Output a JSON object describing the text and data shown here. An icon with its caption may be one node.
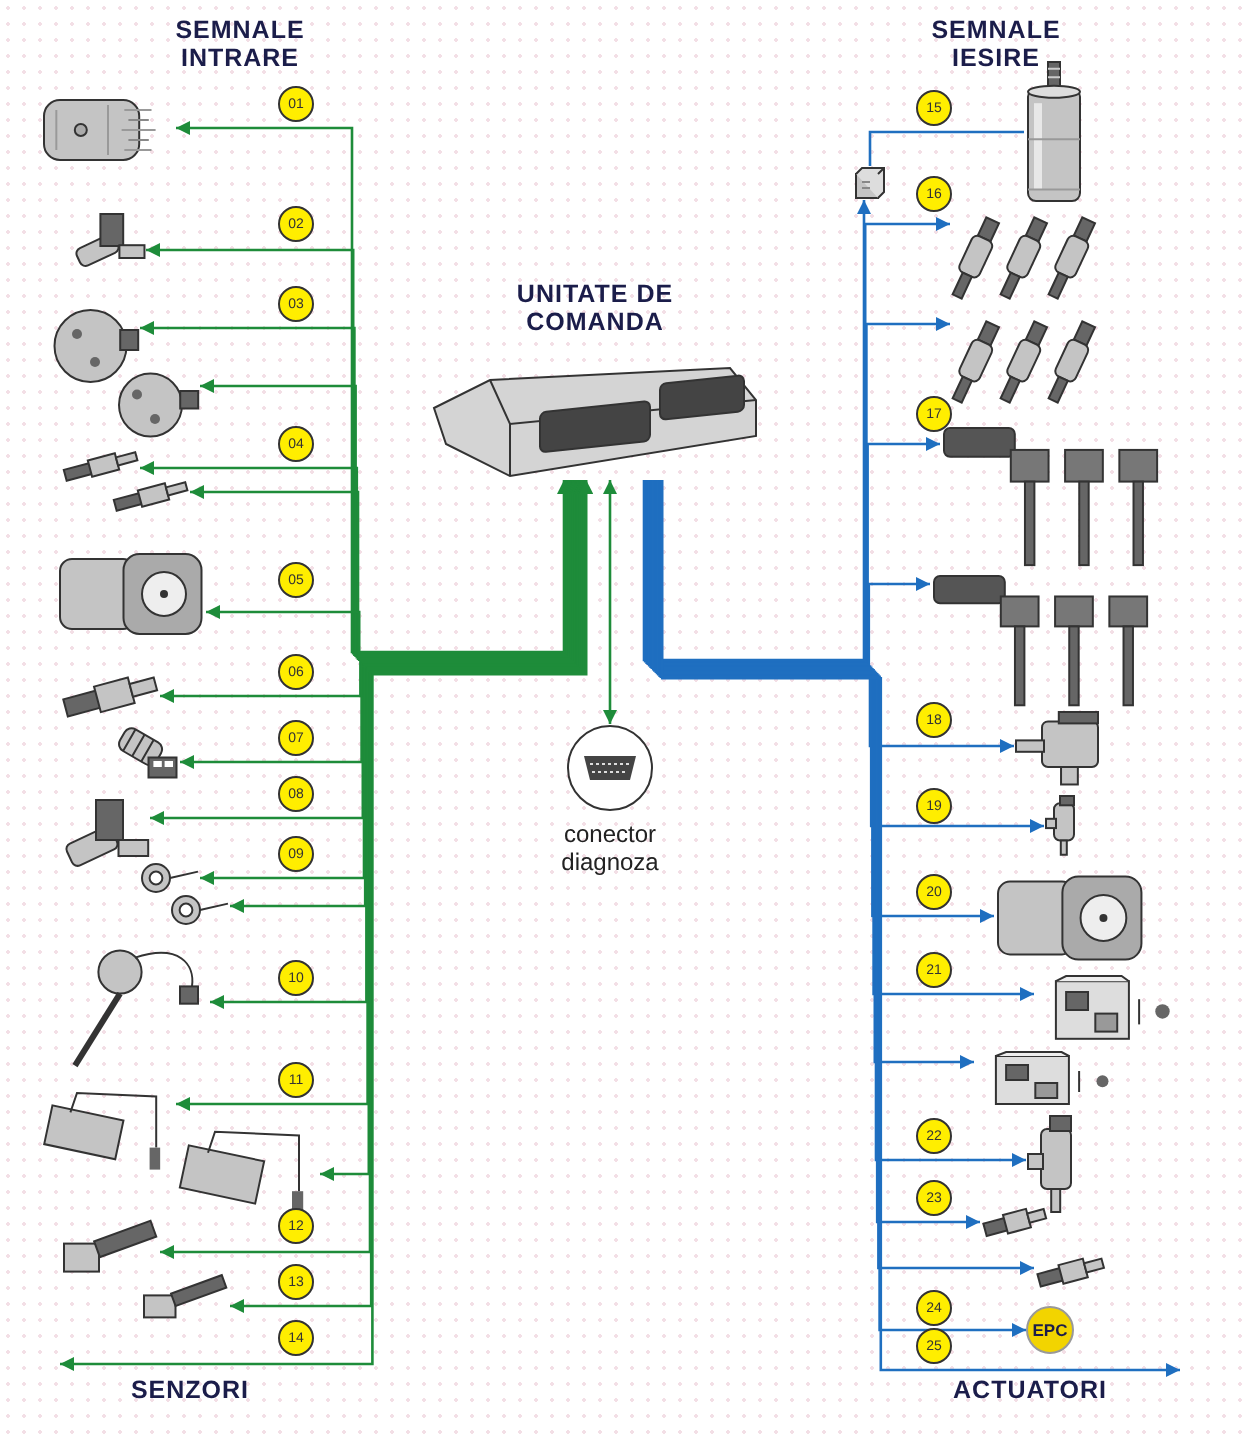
{
  "diagram": {
    "nodes": [
      {
        "text": [
          "UNITATE DE COMANDA"
        ]
      },
      {
        "text": [
          "conector diagnoza"
        ]
      },
      {
        "text": [],
        "shape": "picture"
      },
      {
        "text": [],
        "shape": "picture"
      },
      {
        "text": [],
        "shape": "picture"
      },
      {
        "text": [],
        "shape": "picture"
      },
      {
        "text": [],
        "shape": "picture"
      },
      {
        "text": [],
        "shape": "picture"
      },
      {
        "text": [],
        "shape": "picture"
      },
      {
        "text": [],
        "shape": "picture"
      },
      {
        "text": [],
        "shape": "picture"
      },
      {
        "text": [],
        "shape": "picture"
      },
      {
        "text": [],
        "shape": "picture"
      },
      {
        "text": [],
        "shape": "picture"
      },
      {
        "text": [],
        "shape": "picture"
      },
      {
        "text": [],
        "shape": "picture"
      },
      {
        "text": [],
        "shape": "picture"
      },
      {
        "text": [],
        "shape": "picture"
      },
      {
        "text": [],
        "shape": "picture"
      },
      {
        "text": [],
        "shape": "picture"
      },
      {
        "text": [],
        "shape": "picture"
      },
      {
        "text": [],
        "shape": "picture"
      },
      {
        "text": [],
        "shape": "picture"
      },
      {
        "text": [],
        "shape": "picture"
      },
      {
        "text": [],
        "shape": "picture"
      },
      {
        "text": [],
        "shape": "picture"
      },
      {
        "text": [],
        "shape": "picture"
      },
      {
        "text": [],
        "shape": "picture"
      },
      {
        "text": [],
        "shape": "picture"
      },
      {
        "text": [],
        "shape": "picture"
      },
      {
        "text": [],
        "shape": "picture"
      },
      {
        "text": [],
        "shape": "picture"
      },
      {
        "text": [],
        "shape": "picture"
      },
      {
        "text": [
          "EPC"
        ]
      }
    ],
    "edges": [
      {
        "from": 2,
        "to": 0,
        "arrow": "both",
        "color": "#1e8c3a"
      },
      {
        "from": 3,
        "to": 0,
        "arrow": "both",
        "color": "#1e8c3a"
      },
      {
        "from": 4,
        "to": 0,
        "arrow": "both",
        "color": "#1e8c3a"
      },
      {
        "from": 5,
        "to": 0,
        "arrow": "both",
        "color": "#1e8c3a"
      },
      {
        "from": 6,
        "to": 0,
        "arrow": "both",
        "color": "#1e8c3a"
      },
      {
        "from": 7,
        "to": 0,
        "arrow": "both",
        "color": "#1e8c3a"
      },
      {
        "from": 8,
        "to": 0,
        "arrow": "both",
        "color": "#1e8c3a"
      },
      {
        "from": 9,
        "to": 0,
        "arrow": "both",
        "color": "#1e8c3a"
      },
      {
        "from": 10,
        "to": 0,
        "arrow": "both",
        "color": "#1e8c3a"
      },
      {
        "from": 11,
        "to": 0,
        "arrow": "both",
        "color": "#1e8c3a"
      },
      {
        "from": 12,
        "to": 0,
        "arrow": "both",
        "color": "#1e8c3a"
      },
      {
        "from": 13,
        "to": 0,
        "arrow": "both",
        "color": "#1e8c3a"
      },
      {
        "from": 14,
        "to": 0,
        "arrow": "both",
        "color": "#1e8c3a"
      },
      {
        "from": 15,
        "to": 0,
        "arrow": "both",
        "color": "#1e8c3a"
      },
      {
        "from": 16,
        "to": 0,
        "arrow": "both",
        "color": "#1e8c3a"
      },
      {
        "from": 17,
        "to": 0,
        "arrow": "both",
        "color": "#1e8c3a"
      },
      {
        "from": 18,
        "to": 0,
        "arrow": "both",
        "color": "#1e8c3a"
      },
      {
        "from": null,
        "to": 0,
        "arrow": "both",
        "color": "#1e8c3a"
      },
      {
        "from": 0,
        "to": 1,
        "arrow": "both",
        "color": "#1e8c3a"
      },
      {
        "from": 0,
        "to": 19,
        "arrow": "to",
        "color": "#1f6fc0"
      },
      {
        "from": 19,
        "to": 20,
        "arrow": "none",
        "color": "#1f6fc0"
      },
      {
        "from": 0,
        "to": 21,
        "arrow": "to",
        "color": "#1f6fc0"
      },
      {
        "from": 0,
        "to": 22,
        "arrow": "to",
        "color": "#1f6fc0"
      },
      {
        "from": 0,
        "to": 23,
        "arrow": "to",
        "color": "#1f6fc0"
      },
      {
        "from": 0,
        "to": 24,
        "arrow": "to",
        "color": "#1f6fc0"
      },
      {
        "from": 0,
        "to": 25,
        "arrow": "to",
        "color": "#1f6fc0"
      },
      {
        "from": 0,
        "to": 26,
        "arrow": "to",
        "color": "#1f6fc0"
      },
      {
        "from": 0,
        "to": 27,
        "arrow": "to",
        "color": "#1f6fc0"
      },
      {
        "from": 0,
        "to": 28,
        "arrow": "to",
        "color": "#1f6fc0"
      },
      {
        "from": 0,
        "to": 29,
        "arrow": "to",
        "color": "#1f6fc0"
      },
      {
        "from": 0,
        "to": 30,
        "arrow": "to",
        "color": "#1f6fc0"
      },
      {
        "from": 0,
        "to": 31,
        "arrow": "to",
        "color": "#1f6fc0"
      },
      {
        "from": 0,
        "to": 32,
        "arrow": "to",
        "color": "#1f6fc0"
      },
      {
        "from": 0,
        "to": 33,
        "arrow": "to",
        "color": "#1f6fc0"
      },
      {
        "from": 0,
        "to": null,
        "arrow": "to",
        "color": "#1f6fc0"
      }
    ],
    "labels": [
      "SEMNALE INTRARE",
      "SEMNALE IESIRE",
      "01",
      "02",
      "03",
      "04",
      "05",
      "06",
      "07",
      "08",
      "09",
      "10",
      "11",
      "12",
      "13",
      "14",
      "15",
      "16",
      "17",
      "18",
      "19",
      "20",
      "21",
      "22",
      "23",
      "24",
      "25",
      "SENZORI",
      "ACTUATORI"
    ]
  }
}
